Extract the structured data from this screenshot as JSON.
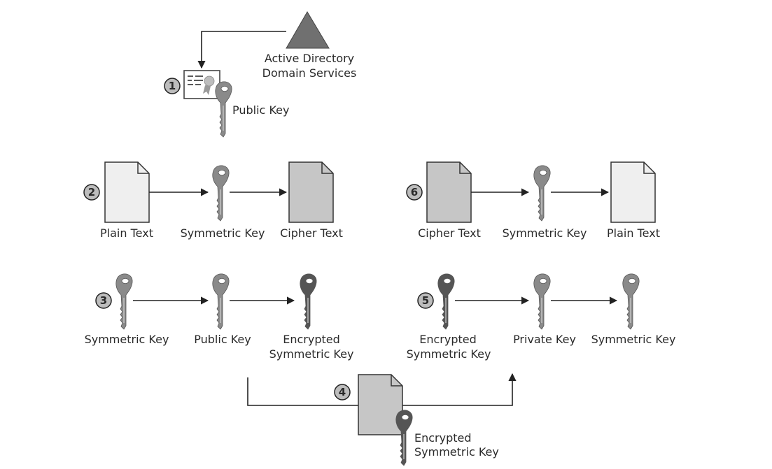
{
  "ad": {
    "line1": "Active Directory",
    "line2": "Domain Services"
  },
  "steps": {
    "s1": "1",
    "s2": "2",
    "s3": "3",
    "s4": "4",
    "s5": "5",
    "s6": "6"
  },
  "row1": {
    "public_key": "Public Key"
  },
  "row2_left": {
    "plain": "Plain Text",
    "sym": "Symmetric Key",
    "cipher": "Cipher Text"
  },
  "row2_right": {
    "cipher": "Cipher Text",
    "sym": "Symmetric Key",
    "plain": "Plain Text"
  },
  "row3_left": {
    "sym": "Symmetric Key",
    "pub": "Public Key",
    "enc1": "Encrypted",
    "enc2": "Symmetric Key"
  },
  "row3_right": {
    "enc1": "Encrypted",
    "enc2": "Symmetric Key",
    "priv": "Private Key",
    "sym": "Symmetric Key"
  },
  "row4": {
    "enc1": "Encrypted",
    "enc2": "Symmetric Key"
  },
  "colors": {
    "light_doc": "#efefef",
    "dark_doc": "#c6c6c6",
    "key_grey": "#8a8a8a",
    "key_dark": "#555555",
    "triangle": "#707070"
  }
}
